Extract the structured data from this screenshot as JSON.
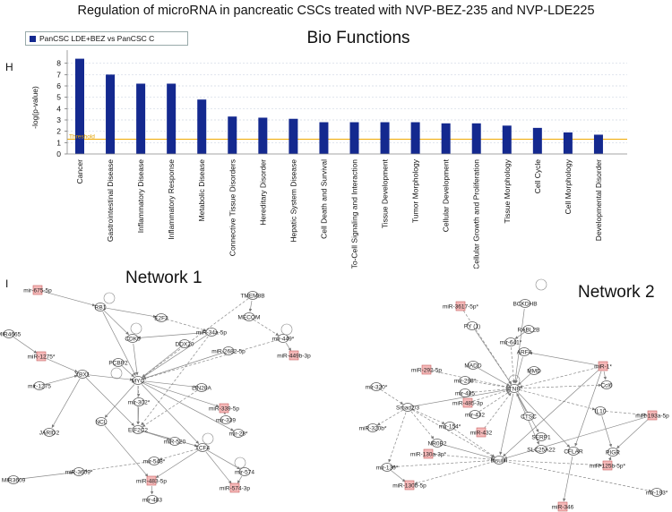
{
  "figure_title": "Regulation of microRNA in pancreatic CSCs treated with NVP-BEZ-235 and NVP-LDE225",
  "panel_h": "H",
  "panel_i": "I",
  "legend_label": "PanCSC LDE+BEZ vs PanCSC C",
  "chart_data": {
    "type": "bar",
    "title": "Bio Functions",
    "xlabel": "",
    "ylabel": "-log(p-value)",
    "ylim": [
      0,
      9
    ],
    "yticks": [
      0,
      1,
      2,
      3,
      4,
      5,
      6,
      7,
      8
    ],
    "threshold_label": "Threshold",
    "threshold_value": 1.3,
    "series": [
      {
        "name": "PanCSC LDE+BEZ vs PanCSC C",
        "color": "#14298f"
      }
    ],
    "categories": [
      "Cancer",
      "Gastrointestinal Disease",
      "Inflammatory Disease",
      "Inflammatory Response",
      "Metabolic Disease",
      "Connective Tissue Disorders",
      "Hereditary Disorder",
      "Hepatic System Disease",
      "Cell Death and Survival",
      "Cell-To-Cell Signaling and Interaction",
      "Tissue Development",
      "Tumor Morphology",
      "Cellular Development",
      "Cellular Growth and Proliferation",
      "Tissue Morphology",
      "Cell Cycle",
      "Cell Morphology",
      "Developmental Disorder"
    ],
    "values": [
      8.4,
      7.0,
      6.2,
      6.2,
      4.8,
      3.3,
      3.2,
      3.1,
      2.8,
      2.8,
      2.8,
      2.8,
      2.7,
      2.7,
      2.5,
      2.3,
      1.9,
      1.7
    ]
  },
  "network1": {
    "title": "Network 1",
    "nodes": [
      "mir-675-5p",
      "RB1",
      "E2F3",
      "TMEM8B",
      "MECOM",
      "MIR4665",
      "miR-1275*",
      "mir-1275",
      "CDK6",
      "DDX20",
      "miR-34a-5p",
      "mir-449*",
      "miR-449b-3p",
      "miR-2682-5p",
      "PCBP2",
      "YBX1",
      "MYC",
      "LIN28A",
      "mir-302*",
      "miR-339-5p",
      "mir-339",
      "mir-28*",
      "JARID2",
      "NCL",
      "EIF2C2",
      "miR-520",
      "TCF4",
      "mir-548*",
      "miR-3609*",
      "mir-574",
      "MIR3609",
      "miR-483-5p",
      "miR-574-3p",
      "mir-483"
    ]
  },
  "network2": {
    "title": "Network 2",
    "nodes": [
      "miR-3617-5p*",
      "BCKDHB",
      "PY (1)",
      "RABL2B",
      "mir-641*",
      "ARF4",
      "MADD",
      "MMD",
      "miR-1*",
      "miR-292-5p",
      "mir-298*",
      "TNF",
      "mir-485",
      "mir-320*",
      "miR-485-3p",
      "Smad2/3",
      "mir-432",
      "CTSC",
      "Ccl6",
      "IL10",
      "mir-154*",
      "miR-432",
      "SERP1",
      "miR-193a-5p",
      "miR-320b*",
      "NR0B2",
      "SLC25A22",
      "miR-130a-3p*",
      "Insulin",
      "CFLAR",
      "PIGR",
      "mir-130*",
      "miR-125b-5p*",
      "miR-130b-5p",
      "mir-193*",
      "miR-346"
    ]
  }
}
